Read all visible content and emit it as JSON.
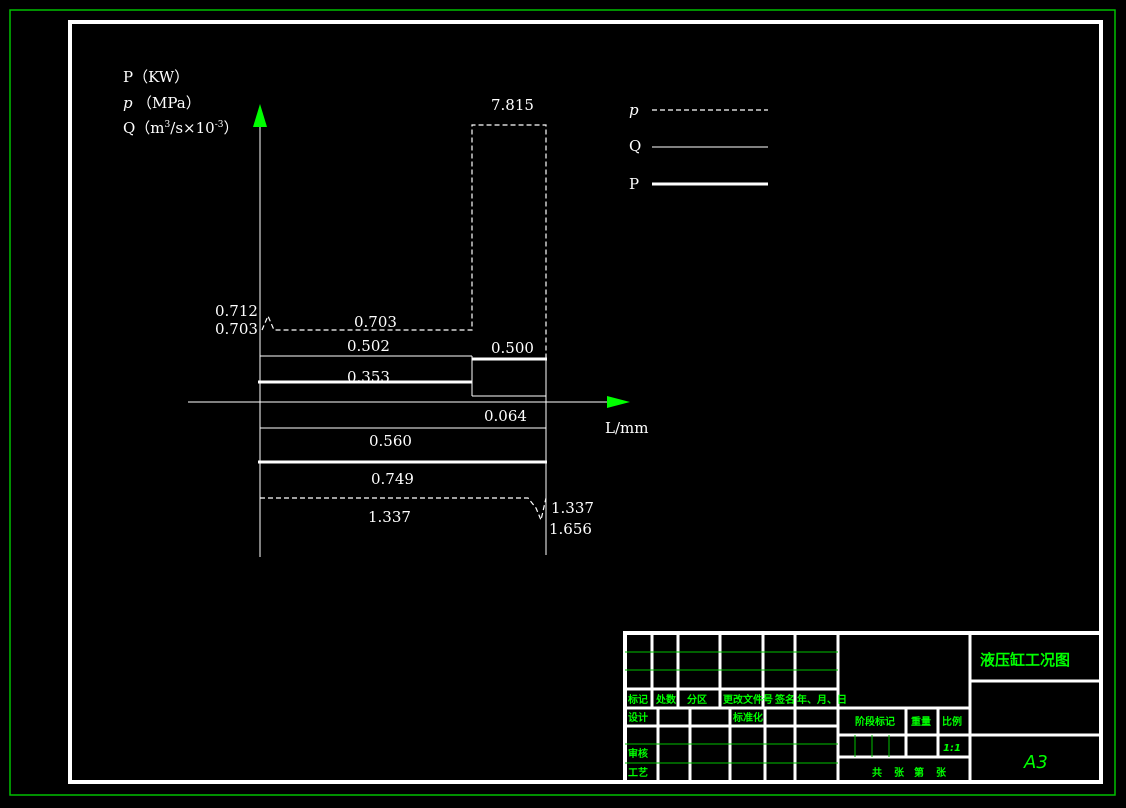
{
  "colors": {
    "background": "#000000",
    "line": "#ffffff",
    "accent": "#00ff00",
    "title_text": "#00ff00"
  },
  "axes": {
    "ylabel_power": "P（KW）",
    "ylabel_pressure_symbol": "p",
    "ylabel_pressure_unit": "（MPa）",
    "ylabel_flow": "Q（m",
    "ylabel_flow_sup": "3",
    "ylabel_flow_rest": "/s×10",
    "ylabel_flow_exp": "-3",
    "ylabel_flow_close": "）",
    "xlabel": "L/mm"
  },
  "legend": [
    {
      "label": "p",
      "style": "dashed"
    },
    {
      "label": "Q",
      "style": "thin"
    },
    {
      "label": "P",
      "style": "thick"
    }
  ],
  "labels": {
    "p_peak": "7.815",
    "p_start_top": "0.712",
    "p_start_bottom": "0.703",
    "p_phase1": "0.703",
    "q_phase1": "0.502",
    "p_phase2_power": "0.500",
    "power_phase1": "0.353",
    "q_phase2": "0.064",
    "q_return": "0.560",
    "power_return": "0.749",
    "p_return": "1.337",
    "p_return_end_top": "1.337",
    "p_return_end_bottom": "1.656"
  },
  "title_block": {
    "drawing_title": "液压缸工况图",
    "sheet_size": "A3",
    "col_mark": "标记",
    "col_count": "处数",
    "col_zone": "分区",
    "col_change_doc": "更改文件号",
    "col_sign": "签名",
    "col_date": "年、月、日",
    "row_design": "设计",
    "row_standard": "标准化",
    "row_review": "审核",
    "row_process": "工艺",
    "stage_mark": "阶段标记",
    "weight": "重量",
    "scale": "比例",
    "scale_value": "1:1",
    "sheets_total": "共",
    "sheets_unit1": "张",
    "sheet_number": "第",
    "sheets_unit2": "张"
  }
}
